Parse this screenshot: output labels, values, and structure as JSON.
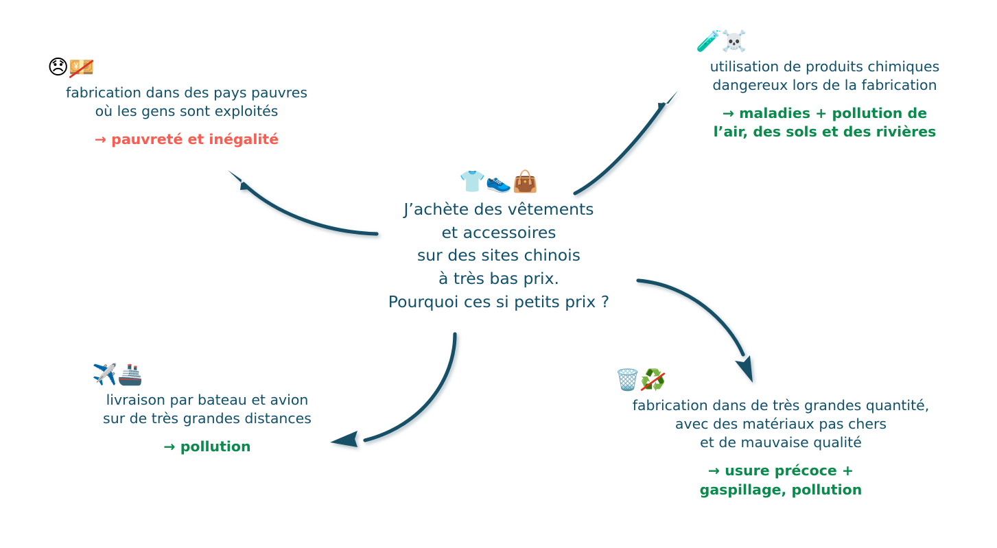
{
  "diagram": {
    "title": "Pourquoi ces si petits prix ?",
    "colors": {
      "body_text": "#11506a",
      "arrow": "#134f66",
      "green": "#0a8a4c",
      "red": "#fb5c4f",
      "strike": "#e03020",
      "background": "#ffffff"
    }
  },
  "center": {
    "name": "center-question",
    "icons": [
      "tshirt-icon",
      "running-shoe-icon",
      "handbag-icon"
    ],
    "emoji": "👕👟👜",
    "lines": [
      "J’achète des vêtements",
      "et accessoires",
      "sur des sites chinois",
      "à très bas prix.",
      "Pourquoi ces si petits prix ?"
    ]
  },
  "nodes": [
    {
      "id": "topleft",
      "name": "node-poverty",
      "icons": [
        "disappointed-face-icon",
        "banknotes-crossed-icon"
      ],
      "emoji_plain": "😞",
      "emoji_struck": "💴",
      "lines": [
        "fabrication dans des pays pauvres",
        "où les gens sont exploités"
      ],
      "conclusion": [
        "→ pauvreté et inégalité"
      ],
      "conclusion_color": "red"
    },
    {
      "id": "topright",
      "name": "node-chemicals",
      "icons": [
        "test-tube-icon",
        "skull-and-crossbones-icon"
      ],
      "emoji_plain": "🧪☠️",
      "emoji_struck": "",
      "lines": [
        "utilisation de produits chimiques",
        "dangereux lors de la fabrication"
      ],
      "conclusion": [
        "→ maladies + pollution de",
        "l’air, des sols et des rivières"
      ],
      "conclusion_color": "green"
    },
    {
      "id": "bottomleft",
      "name": "node-transport",
      "icons": [
        "airplane-icon",
        "passenger-ship-icon"
      ],
      "emoji_plain": "✈️🚢",
      "emoji_struck": "",
      "lines": [
        "livraison par bateau et avion",
        "sur de très grandes distances"
      ],
      "conclusion": [
        "→ pollution"
      ],
      "conclusion_color": "green"
    },
    {
      "id": "bottomright",
      "name": "node-overproduction",
      "icons": [
        "wastebasket-icon",
        "recycling-crossed-icon"
      ],
      "emoji_plain": "🗑️",
      "emoji_struck": "♻️",
      "lines": [
        "fabrication dans de très grandes quantité,",
        "avec des matériaux pas chers",
        "et de mauvaise qualité"
      ],
      "conclusion": [
        "→ usure précoce +",
        "gaspillage, pollution"
      ],
      "conclusion_color": "green"
    }
  ],
  "arrows": [
    {
      "name": "arrow-to-poverty",
      "from": "center",
      "to": "topleft"
    },
    {
      "name": "arrow-to-chemicals",
      "from": "center",
      "to": "topright"
    },
    {
      "name": "arrow-to-transport",
      "from": "center",
      "to": "bottomleft"
    },
    {
      "name": "arrow-to-overproduction",
      "from": "center",
      "to": "bottomright"
    }
  ]
}
